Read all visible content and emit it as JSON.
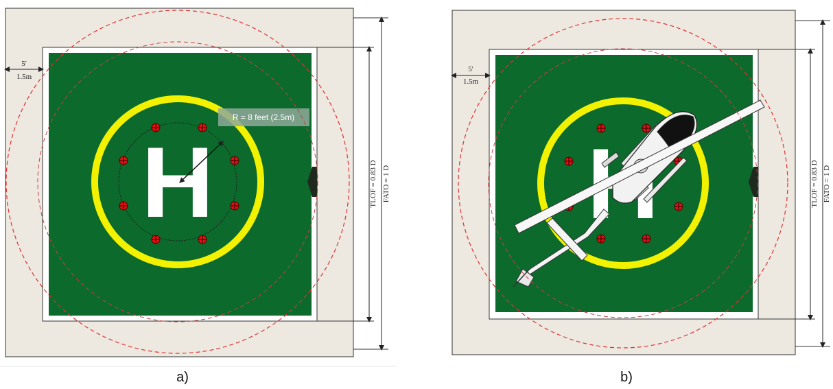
{
  "panel_a": {
    "offset_top": "5'",
    "offset_bottom": "1.5m",
    "radius_label": "R = 8 feet (2.5m)",
    "helipad_letter": "H",
    "tlof_label": "TLOF = 0.83 D",
    "fato_label": "FATO = 1 D",
    "caption": "a)"
  },
  "panel_b": {
    "offset_top": "5'",
    "offset_bottom": "1.5m",
    "helipad_letter": "H",
    "tlof_label": "TLOF = 0.83 D",
    "fato_label": "FATO = 1 D",
    "caption": "b)"
  },
  "colors": {
    "fato_surface": "#ede9e1",
    "tlof_green": "#0c6a2c",
    "aiming_ring": "#f2f200",
    "safety_circle": "#e03030",
    "light_marker": "#dd1111"
  }
}
